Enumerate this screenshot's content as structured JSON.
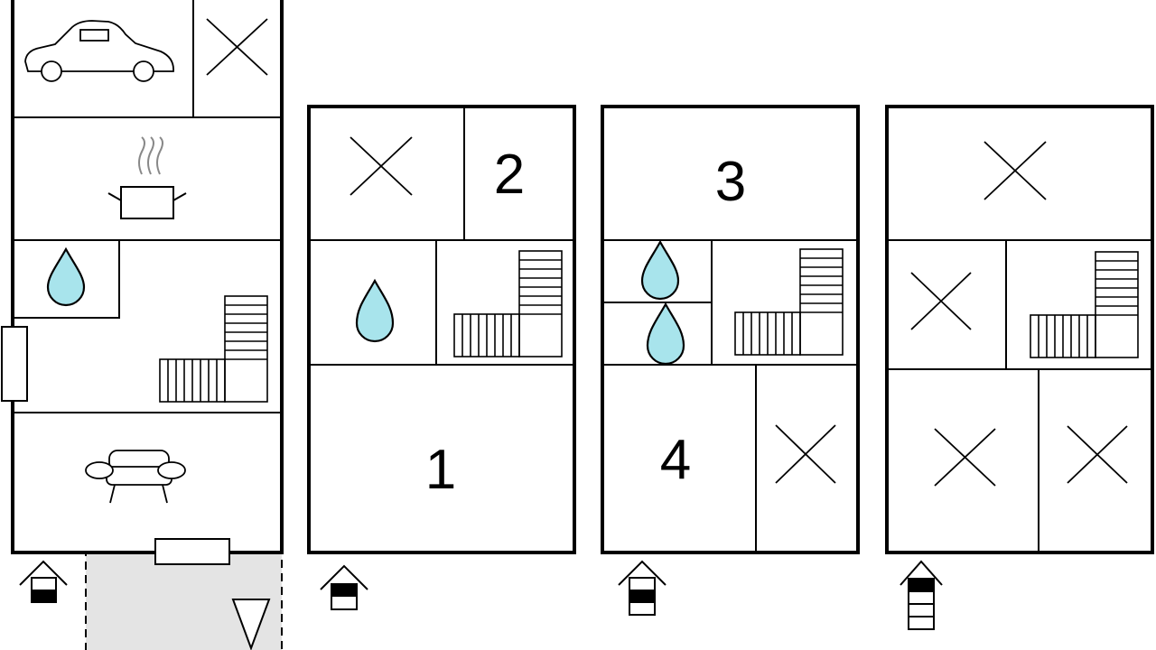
{
  "floors": [
    {
      "rooms": []
    },
    {
      "rooms": [
        {
          "label": "2"
        },
        {
          "label": "1"
        }
      ]
    },
    {
      "rooms": [
        {
          "label": "3"
        },
        {
          "label": "4"
        }
      ]
    },
    {
      "rooms": []
    }
  ],
  "colors": {
    "water": "#a8e4ec",
    "terrace": "#e4e4e4"
  },
  "icons": [
    "car-icon",
    "unusable-room-x-icon",
    "kitchen-pot-icon",
    "bathroom-drop-icon",
    "staircase-icon",
    "sofa-icon",
    "floor-level-house-icon",
    "terrace-triangle-icon"
  ]
}
